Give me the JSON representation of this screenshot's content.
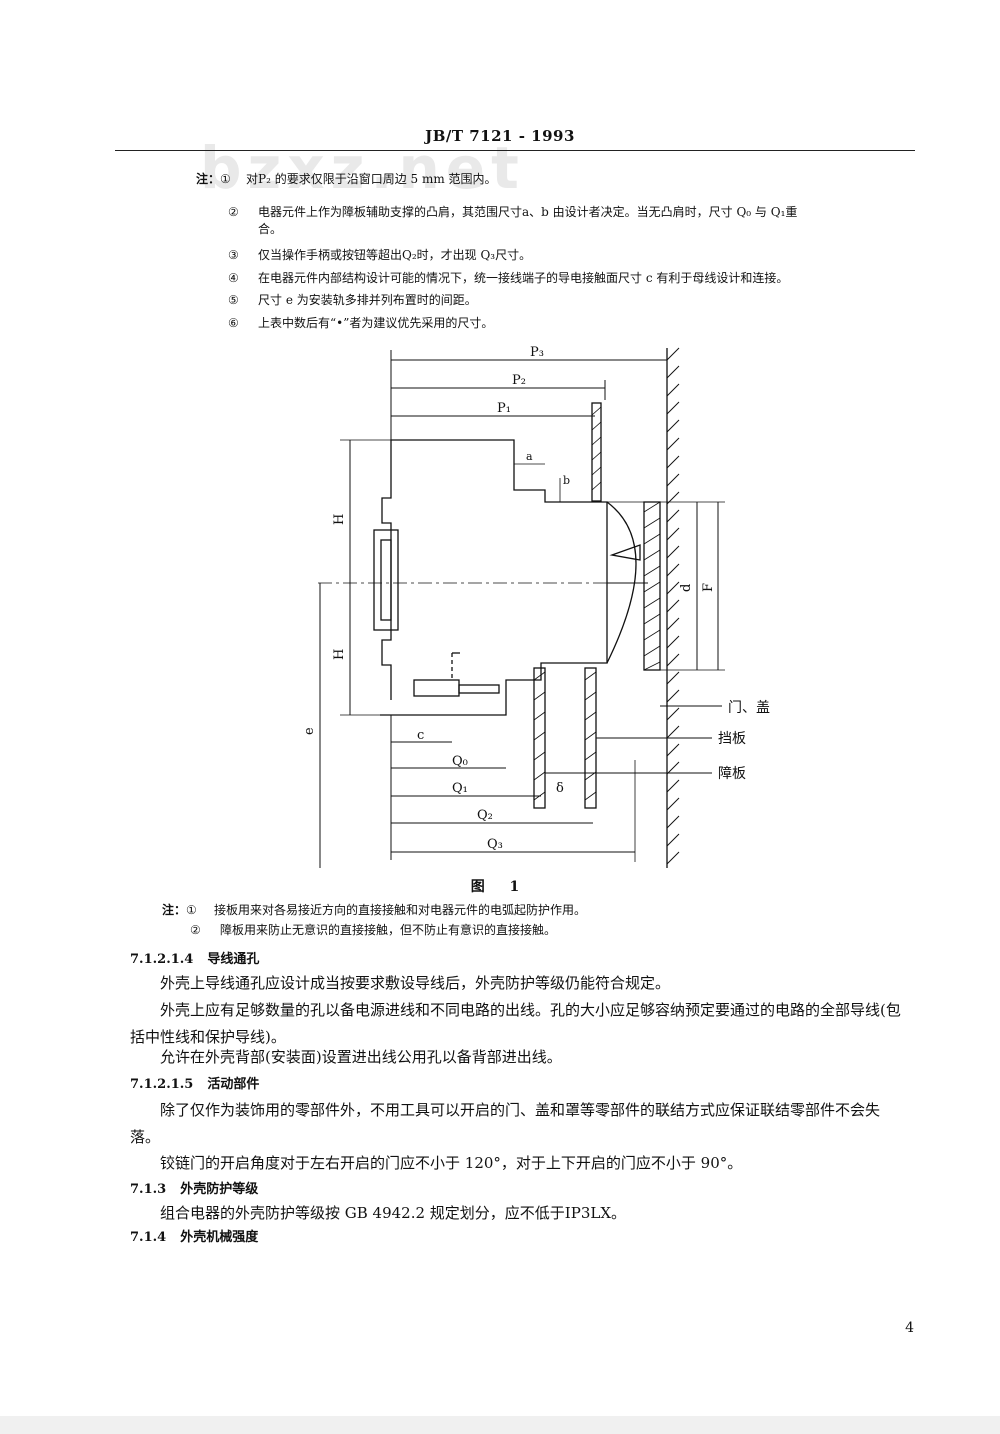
{
  "header": {
    "title": "JB/T  7121 - 1993"
  },
  "watermark": "bzxz.net",
  "notes_top": {
    "label": "注：",
    "items": [
      {
        "num": "①",
        "text": "对P₂ 的要求仅限于沿窗口周边 5 mm 范围内。"
      },
      {
        "num": "②",
        "text": "电器元件上作为障板辅助支撑的凸肩，其范围尺寸a、b 由设计者决定。当无凸肩时，尺寸 Q₀ 与 Q₁重"
      },
      {
        "num": "",
        "text": "合。"
      },
      {
        "num": "③",
        "text": "仅当操作手柄或按钮等超出Q₂时，才出现 Q₃尺寸。"
      },
      {
        "num": "④",
        "text": "在电器元件内部结构设计可能的情况下，统一接线端子的导电接触面尺寸 c 有利于母线设计和连接。"
      },
      {
        "num": "⑤",
        "text": "尺寸 e 为安装轨多排并列布置时的间距。"
      },
      {
        "num": "⑥",
        "text": "上表中数后有“•”者为建议优先采用的尺寸。"
      }
    ]
  },
  "figure": {
    "labels": {
      "P3": "P₃",
      "P2": "P₂",
      "P1": "P₁",
      "a": "a",
      "b": "b",
      "H1": "H",
      "H2": "H",
      "d": "d",
      "F": "F",
      "e": "e",
      "c": "c",
      "Q0": "Q₀",
      "Q1": "Q₁",
      "Q2": "Q₂",
      "Q3": "Q₃",
      "delta": "δ",
      "door": "门、盖",
      "baffle": "挡板",
      "barrier": "障板"
    },
    "caption": "图 1"
  },
  "notes_fig": {
    "label": "注：",
    "items": [
      {
        "num": "①",
        "text": "接板用来对各易接近方向的直接接触和对电器元件的电弧起防护作用。"
      },
      {
        "num": "②",
        "text": "障板用来防止无意识的直接接触，但不防止有意识的直接接触。"
      }
    ]
  },
  "sections": [
    {
      "num": "7.1.2.1.4",
      "title": "导线通孔"
    },
    {
      "num": "7.1.2.1.5",
      "title": "活动部件"
    },
    {
      "num": "7.1.3",
      "title": "外壳防护等级"
    },
    {
      "num": "7.1.4",
      "title": "外壳机械强度"
    }
  ],
  "paragraphs": {
    "p1": "外壳上导线通孔应设计成当按要求敷设导线后，外壳防护等级仍能符合规定。",
    "p2": "外壳上应有足够数量的孔以备电源进线和不同电路的出线。孔的大小应足够容纳预定要通过的电路的全部导线(包括中性线和保护导线)。",
    "p3": "允许在外壳背部(安装面)设置进出线公用孔以备背部进出线。",
    "p4": "除了仅作为装饰用的零部件外，不用工具可以开启的门、盖和罩等零部件的联结方式应保证联结零部件不会失落。",
    "p5": "铰链门的开启角度对于左右开启的门应不小于 120°，对于上下开启的门应不小于 90°。",
    "p6": "组合电器的外壳防护等级按 GB 4942.2 规定划分，应不低于IP3LX。"
  },
  "page_number": "4"
}
